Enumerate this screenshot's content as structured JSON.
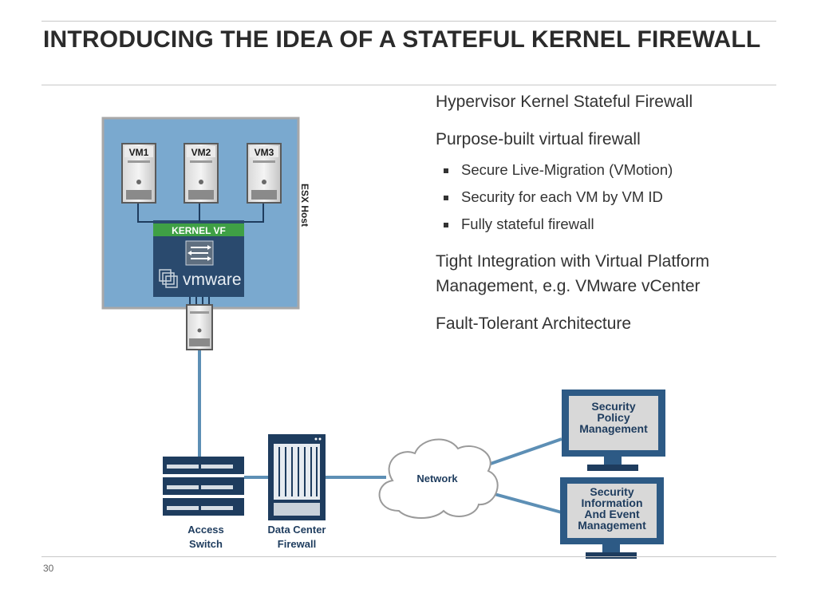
{
  "slide": {
    "title": "INTRODUCING THE IDEA OF A STATEFUL KERNEL FIREWALL",
    "page_number": "30"
  },
  "content": {
    "heading1": "Hypervisor Kernel Stateful Firewall",
    "heading2": "Purpose-built virtual firewall",
    "bullets": [
      "Secure Live-Migration (VMotion)",
      "Security for each VM by VM ID",
      "Fully stateful firewall"
    ],
    "heading3": "Tight Integration with Virtual Platform Management, e.g. VMware vCenter",
    "heading4": "Fault-Tolerant Architecture"
  },
  "diagram": {
    "vms": [
      "VM1",
      "VM2",
      "VM3"
    ],
    "kernel_label": "KERNEL VF",
    "vmware_logo": "vmware",
    "esx_label": "ESX Host",
    "access_switch_label": [
      "Access",
      "Switch"
    ],
    "dc_firewall_label": [
      "Data Center",
      "Firewall"
    ],
    "network_label": "Network",
    "monitor1_label": [
      "Security",
      "Policy",
      "Management"
    ],
    "monitor2_label": [
      "Security",
      "Information",
      "And Event",
      "Management"
    ],
    "colors": {
      "host_bg": "#7aa9cf",
      "kernel_box": "#2a4a6e",
      "kernel_bar": "#3fa045",
      "connector": "#5d8fb5",
      "monitor_frame": "#2d5a85",
      "device_dark": "#1e3c5e"
    }
  }
}
